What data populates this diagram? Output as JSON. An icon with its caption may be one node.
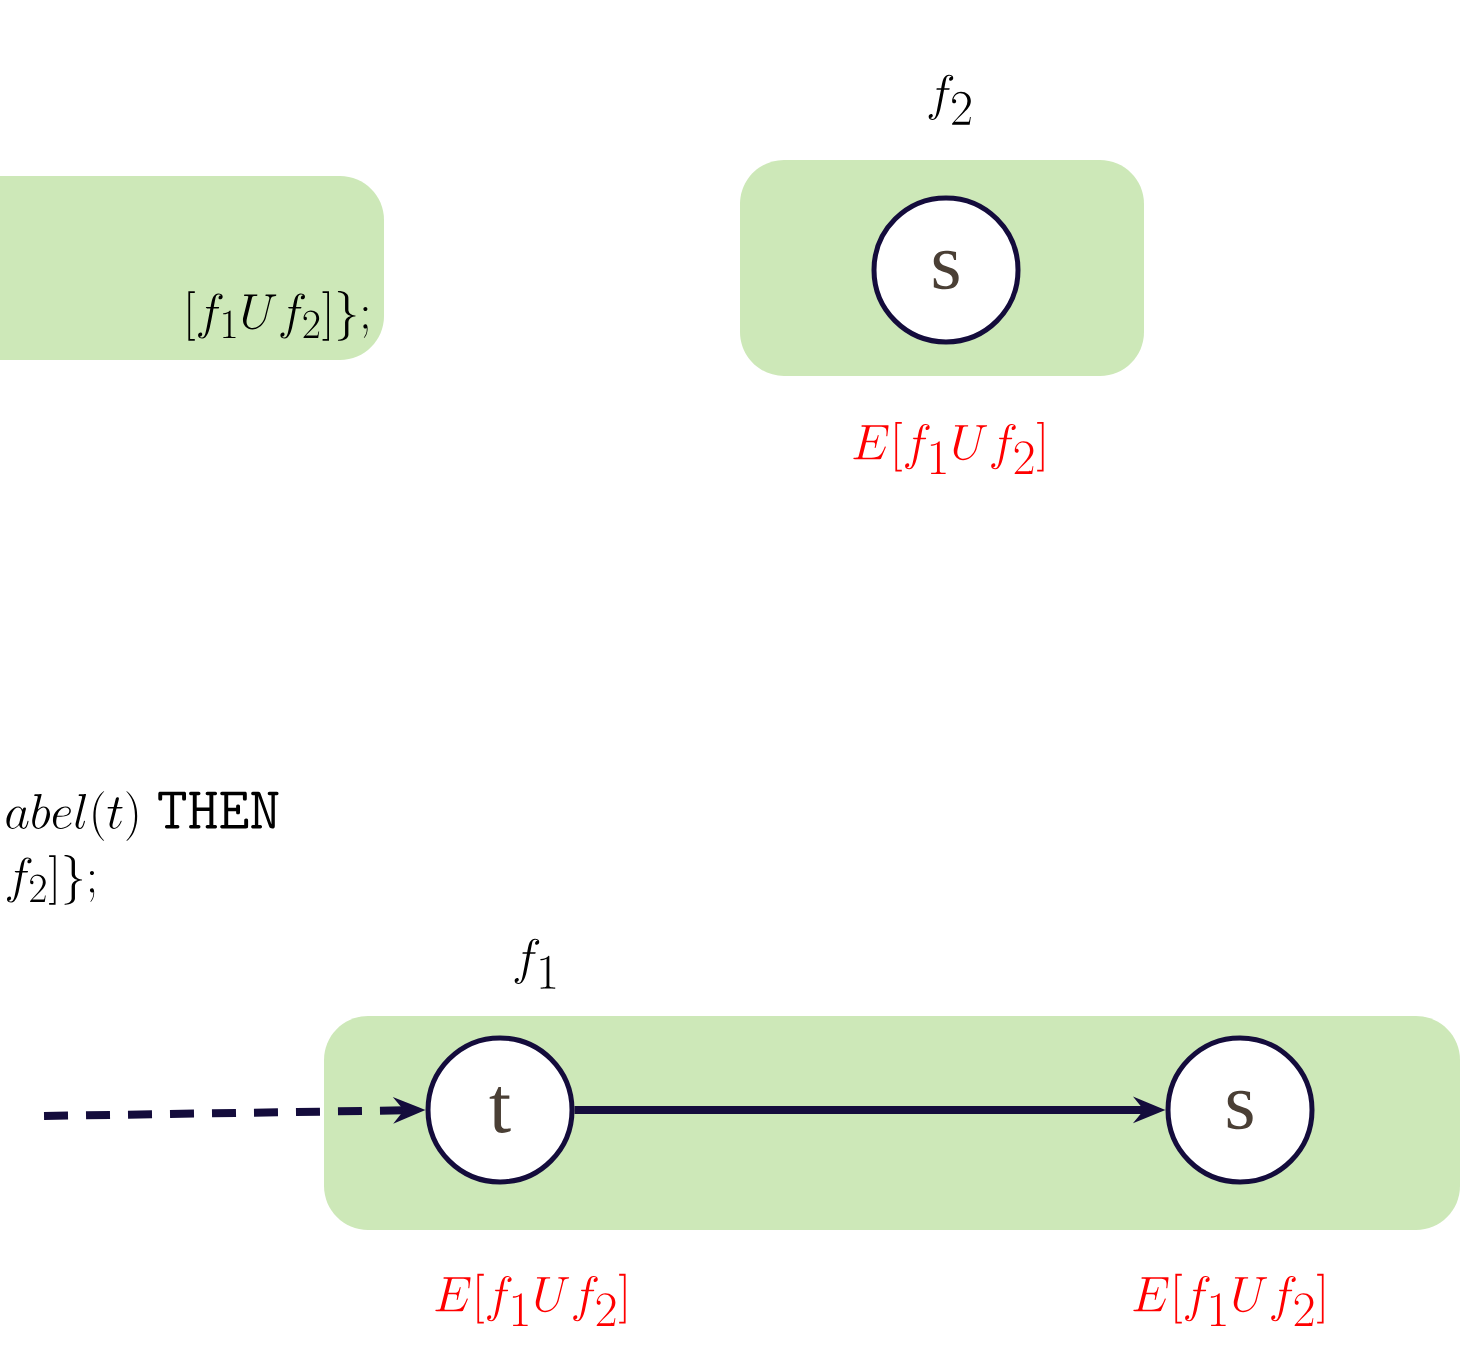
{
  "diagram": {
    "nodes": [
      {
        "text": [
          "[f_1U f_2]\\};"
        ]
      },
      {
        "text": [
          "f_2"
        ]
      },
      {
        "text": [
          "s"
        ],
        "in": 1
      },
      {
        "text": [
          "f_1"
        ]
      },
      {
        "text": [
          "t"
        ],
        "in": 3
      },
      {
        "text": [
          "s"
        ],
        "in": 3
      }
    ],
    "edges": [
      {
        "from": null,
        "to": 4,
        "arrow": "to",
        "style": "dashed"
      },
      {
        "from": 4,
        "to": 5,
        "arrow": "to"
      }
    ],
    "labels": [
      "E[f_1U f_2]",
      "abel(t)\\ \\texttt{THEN}",
      "f_2]\\};",
      "E[f_1U f_2]",
      "E[f_1U f_2]"
    ]
  }
}
